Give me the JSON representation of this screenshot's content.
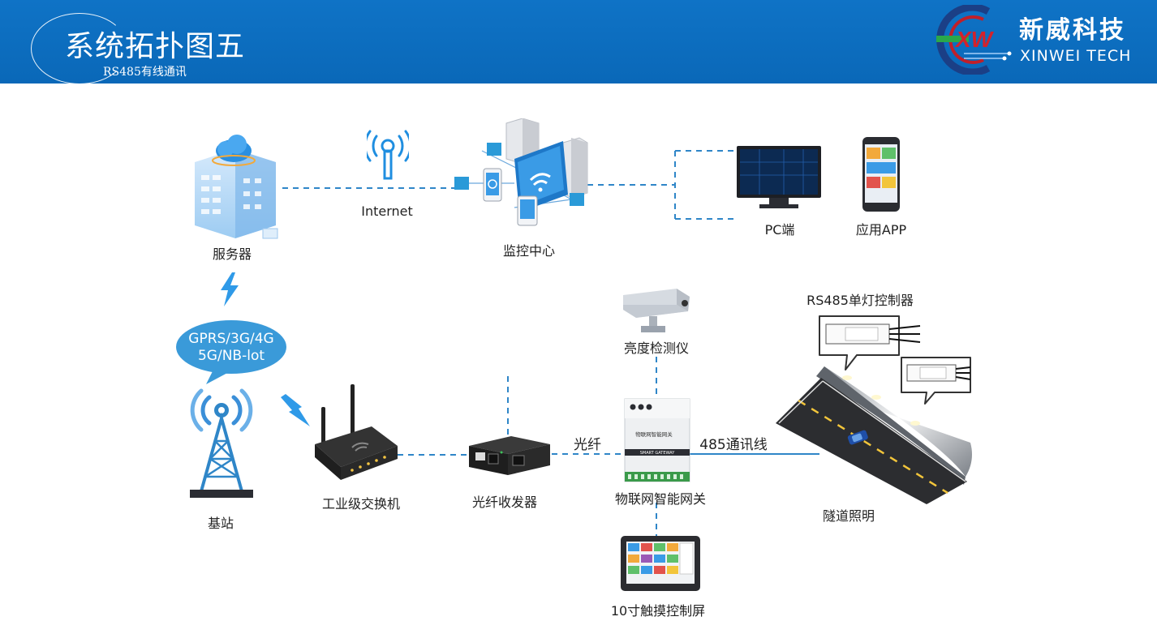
{
  "header": {
    "title": "系统拓扑图五",
    "subtitle": "RS485有线通讯",
    "logo_cn": "新威科技",
    "logo_en": "XINWEI TECH",
    "logo_mark": "XW",
    "background": "#0b6cbc"
  },
  "colors": {
    "link": "#2f86c8",
    "bubble": "#3a9ad9",
    "accent": "#4ea4e8",
    "device_dark": "#2b2b2b"
  },
  "diagram": {
    "nodes": {
      "server": {
        "label": "服务器",
        "icon": "cloud-server-icon"
      },
      "internet": {
        "label": "Internet",
        "icon": "antenna-icon"
      },
      "monitor_center": {
        "label": "监控中心",
        "icon": "monitoring-center-icon"
      },
      "pc": {
        "label": "PC端",
        "icon": "monitor-icon"
      },
      "app": {
        "label": "应用APP",
        "icon": "phone-icon"
      },
      "network_bubble": {
        "line1": "GPRS/3G/4G",
        "line2": "5G/NB-lot"
      },
      "base_station": {
        "label": "基站",
        "icon": "tower-icon"
      },
      "switch": {
        "label": "工业级交换机",
        "icon": "router-icon"
      },
      "transceiver": {
        "label": "光纤收发器",
        "icon": "media-converter-icon"
      },
      "gateway": {
        "label": "物联网智能网关",
        "icon": "gateway-icon",
        "panel_text": "物联网智能网关",
        "model": "SMART GATEWAY"
      },
      "brightness": {
        "label": "亮度检测仪",
        "icon": "camera-housing-icon"
      },
      "touch_screen": {
        "label": "10寸触摸控制屏",
        "icon": "touch-screen-icon"
      },
      "controller": {
        "label": "RS485单灯控制器",
        "icon": "light-controller-icon"
      },
      "tunnel": {
        "label": "隧道照明",
        "icon": "tunnel-icon"
      }
    },
    "link_labels": {
      "fiber": "光纤",
      "rs485": "485通讯线"
    }
  }
}
